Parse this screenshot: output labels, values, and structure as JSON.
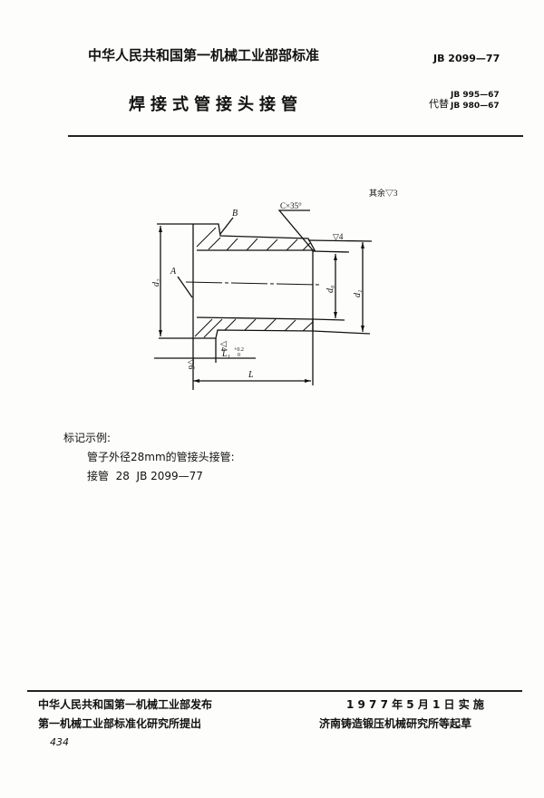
{
  "header": {
    "issuer": "中华人民共和国第一机械工业部部标准",
    "standard_no": "JB 2099—77",
    "title": "焊接式管接头接管",
    "replaces_label": "代替",
    "replaces": [
      "JB 995—67",
      "JB 980—67"
    ]
  },
  "drawing": {
    "surface_note": "其余▽3",
    "label_b": "B",
    "label_a": "A",
    "chamfer": "C×35°",
    "finish_outer": "▽4",
    "finish_step": "▽4",
    "finish_face": "▽6",
    "dim_d2": "d₂",
    "dim_d0": "d₀",
    "dim_d1": "d₁",
    "dim_l1": "L₁",
    "dim_l1_tol": "+0.2",
    "dim_l1_tol_low": "0",
    "dim_l": "L"
  },
  "marking_example": {
    "heading": "标记示例:",
    "description": "管子外径28mm的管接头接管:",
    "example": "接管  28  JB 2099—77"
  },
  "footer": {
    "published_by": "中华人民共和国第一机械工业部发布",
    "effective": "1 9 7 7 年 5 月 1 日 实 施",
    "proposed_by": "第一机械工业部标准化研究所提出",
    "drafted_by": "济南铸造锻压机械研究所等起草",
    "page_number": "434"
  }
}
